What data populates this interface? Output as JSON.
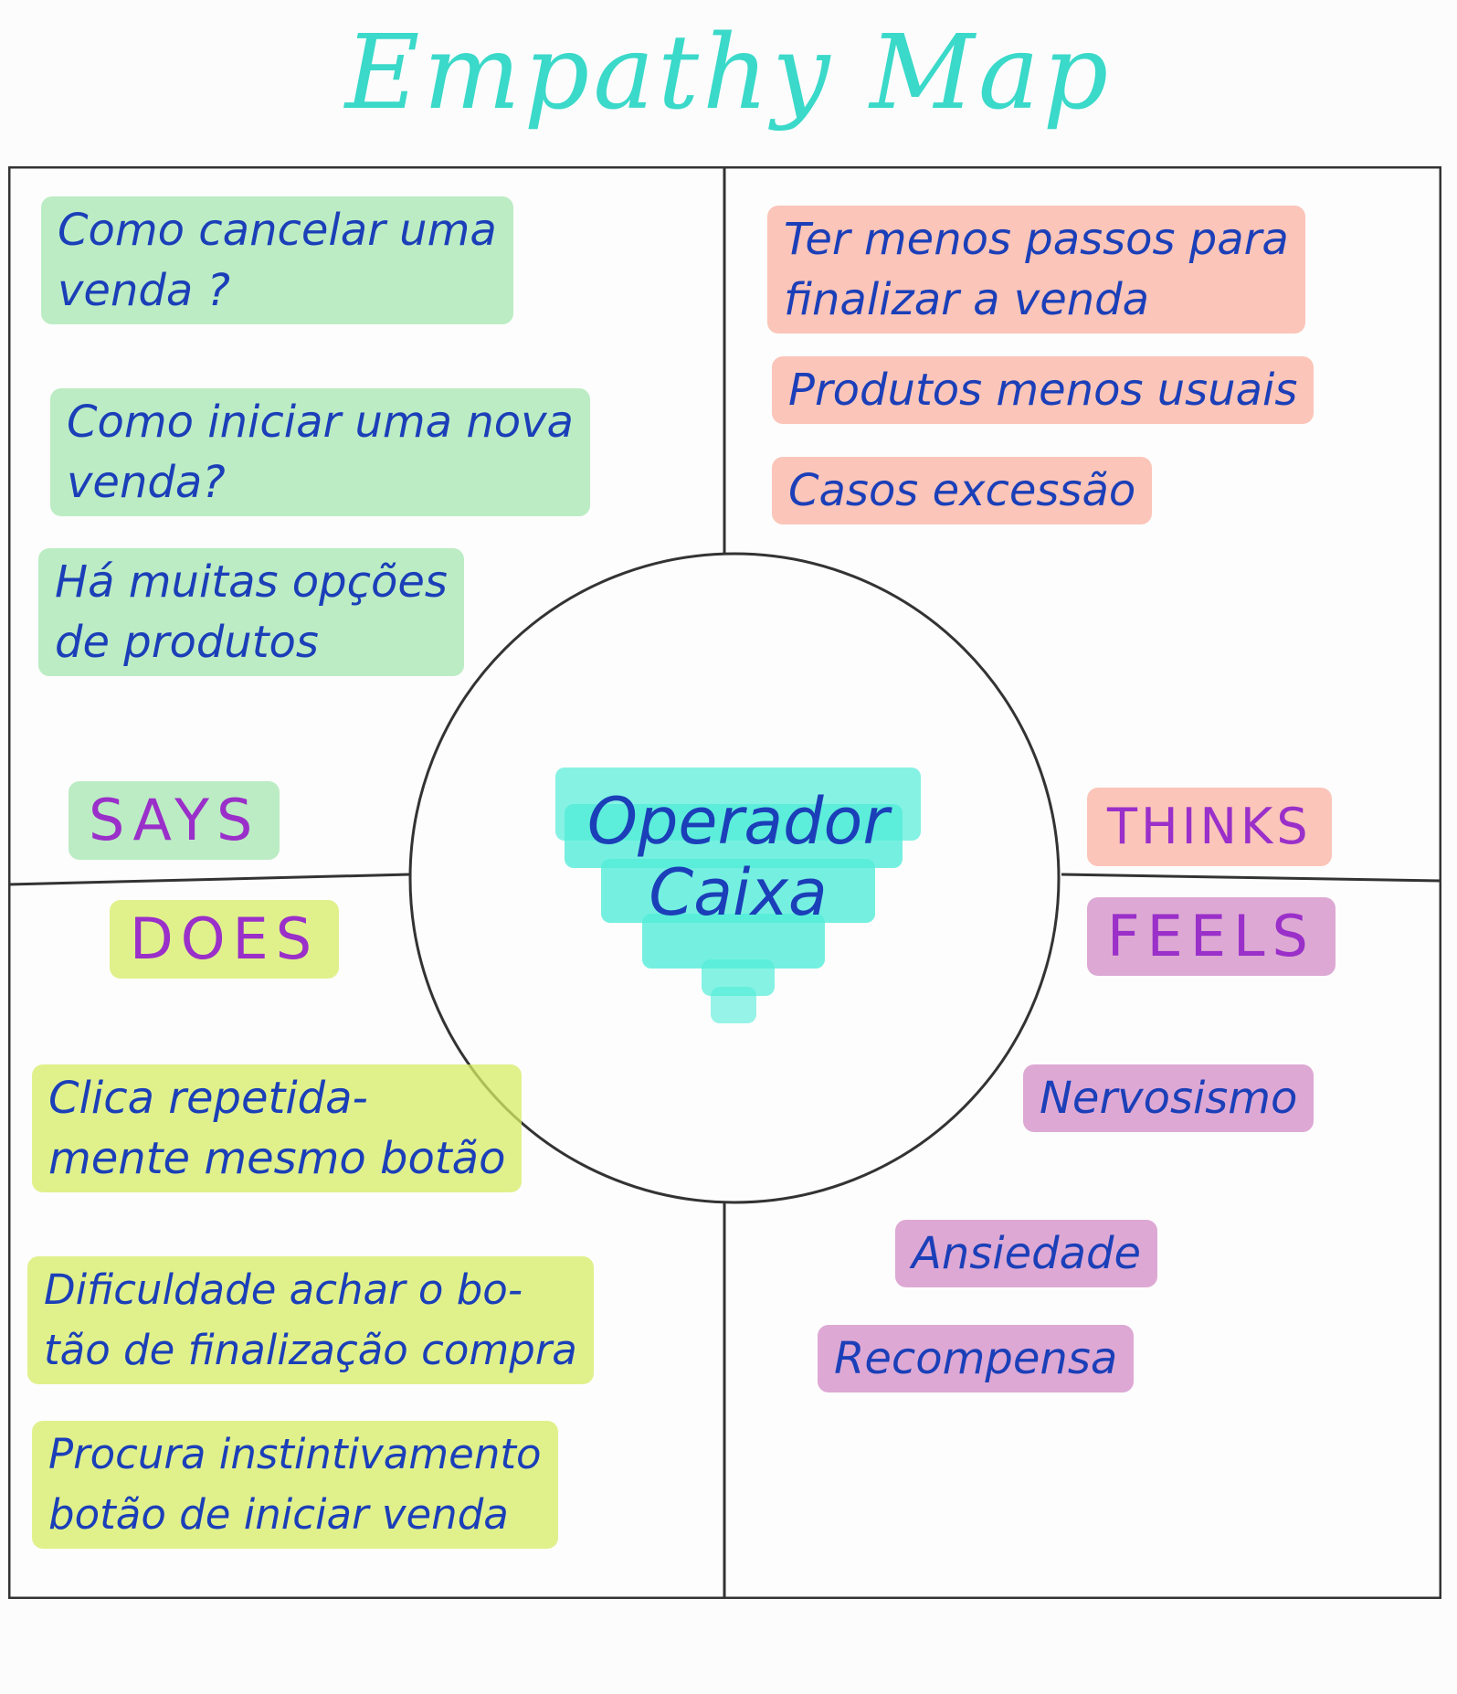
{
  "title": "Empathy Map",
  "persona": {
    "line1": "Operador",
    "line2": "Caixa"
  },
  "quadrants": {
    "says": {
      "label": "SAYS",
      "notes": [
        {
          "line1": "Como cancelar uma",
          "line2": "venda ?"
        },
        {
          "line1": "Como iniciar uma nova",
          "line2": "venda?"
        },
        {
          "line1": "Há muitas opções",
          "line2": "de produtos"
        }
      ]
    },
    "thinks": {
      "label": "THINKS",
      "notes": [
        {
          "line1": "Ter menos passos para",
          "line2": "finalizar a venda"
        },
        {
          "line1": "Produtos menos usuais"
        },
        {
          "line1": "Casos excessão"
        }
      ]
    },
    "does": {
      "label": "DOES",
      "notes": [
        {
          "line1": "Clica repetida-",
          "line2": "mente mesmo botão"
        },
        {
          "line1": "Dificuldade achar o bo-",
          "line2": "tão de finalização compra"
        },
        {
          "line1": "Procura instintivamento",
          "line2": "botão de iniciar venda"
        }
      ]
    },
    "feels": {
      "label": "FEELS",
      "notes": [
        {
          "line1": "Nervosismo"
        },
        {
          "line1": "Ansiedade"
        },
        {
          "line1": "Recompensa"
        }
      ]
    }
  },
  "colors": {
    "title": "#3ad9c9",
    "ink": "#1b3fb8",
    "heading_ink": "#9a2fc9",
    "says_highlight": "#87de96",
    "thinks_highlight": "#faa08c",
    "does_highlight": "#d6ec66",
    "feels_highlight": "#cd7dbe",
    "persona_highlight": "#52ecd8"
  }
}
